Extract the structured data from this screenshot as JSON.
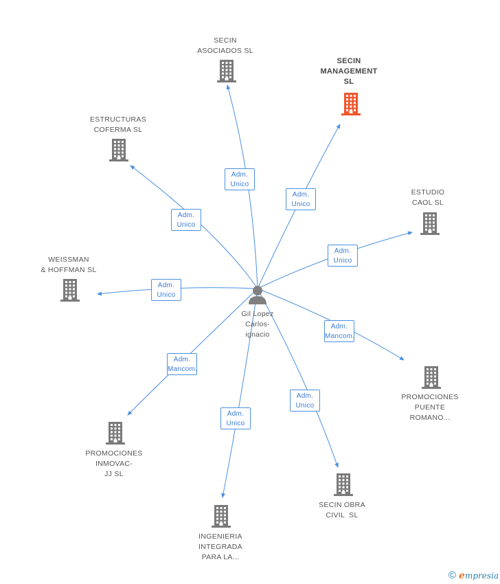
{
  "center": {
    "label": "Gil Lopez\nCarlos-\nignacio",
    "icon": "person-icon",
    "color": "#808080"
  },
  "colors": {
    "edge": "#4a90e2",
    "building": "#7a7a7a",
    "highlight": "#f0562a"
  },
  "nodes": [
    {
      "id": "secin-asociados",
      "label": "SECIN\nASOCIADOS SL",
      "highlight": false
    },
    {
      "id": "secin-management",
      "label": "SECIN\nMANAGEMENT\nSL",
      "highlight": true
    },
    {
      "id": "estructuras-coferma",
      "label": "ESTRUCTURAS\nCOFERMA SL",
      "highlight": false
    },
    {
      "id": "estudio-caol",
      "label": "ESTUDIO\nCAOL SL",
      "highlight": false
    },
    {
      "id": "weissman-hoffman",
      "label": "WEISSMAN\n& HOFFMAN SL",
      "highlight": false
    },
    {
      "id": "promociones-puente",
      "label": "PROMOCIONES\nPUENTE\nROMANO...",
      "highlight": false
    },
    {
      "id": "promociones-inmovac",
      "label": "PROMOCIONES\nINMOVAC-\nJJ SL",
      "highlight": false
    },
    {
      "id": "secin-obra",
      "label": "SECIN OBRA\nCIVIL  SL",
      "highlight": false
    },
    {
      "id": "ingenieria",
      "label": "INGENIERIA\nINTEGRADA\nPARA LA...",
      "highlight": false
    }
  ],
  "edges": [
    {
      "to": "secin-asociados",
      "label": "Adm.\nUnico"
    },
    {
      "to": "secin-management",
      "label": "Adm.\nUnico"
    },
    {
      "to": "estructuras-coferma",
      "label": "Adm.\nUnico"
    },
    {
      "to": "estudio-caol",
      "label": "Adm.\nUnico"
    },
    {
      "to": "weissman-hoffman",
      "label": "Adm.\nUnico"
    },
    {
      "to": "promociones-puente",
      "label": "Adm.\nMancom."
    },
    {
      "to": "promociones-inmovac",
      "label": "Adm.\nMancom."
    },
    {
      "to": "secin-obra",
      "label": "Adm.\nUnico"
    },
    {
      "to": "ingenieria",
      "label": "Adm.\nUnico"
    }
  ],
  "watermark": {
    "symbol": "©",
    "brand_initial": "e",
    "brand_rest": "mpresia"
  }
}
